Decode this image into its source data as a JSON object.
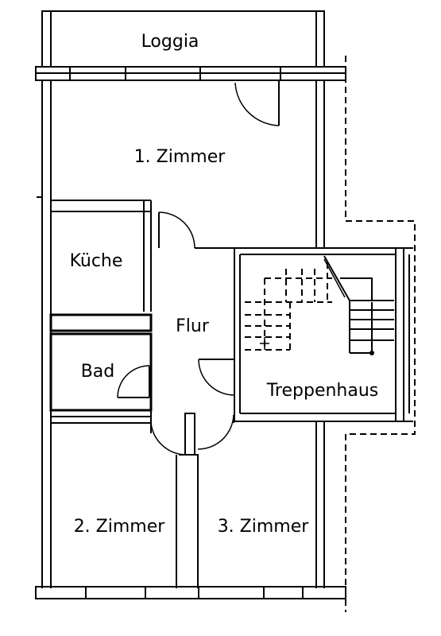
{
  "rooms": {
    "loggia": "Loggia",
    "zimmer1": "1. Zimmer",
    "kueche": "Küche",
    "flur": "Flur",
    "bad": "Bad",
    "treppenhaus": "Treppenhaus",
    "zimmer2": "2. Zimmer",
    "zimmer3": "3. Zimmer"
  }
}
